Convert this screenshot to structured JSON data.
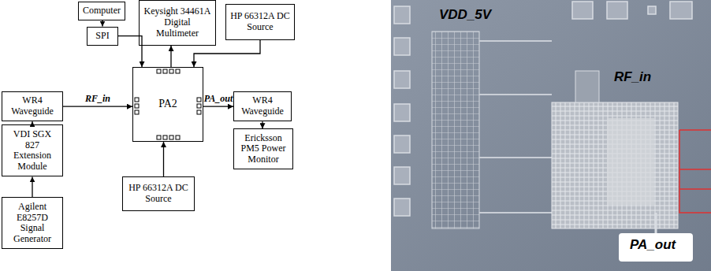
{
  "diagram": {
    "nodes": [
      {
        "text": [
          "Computer"
        ]
      },
      {
        "text": [
          "Keysight 34461A Digital Multimeter"
        ]
      },
      {
        "text": [
          "HP 66312A DC Source"
        ]
      },
      {
        "text": [
          "SPI"
        ]
      },
      {
        "text": [
          "WR4 Waveguide"
        ]
      },
      {
        "text": [
          "PA2"
        ]
      },
      {
        "text": [
          "WR4 Waveguide"
        ]
      },
      {
        "text": [
          "VDI SGX 827 Extension Module"
        ]
      },
      {
        "text": [
          "HP 66312A DC Source"
        ]
      },
      {
        "text": [
          "Ericksson PM5 Power Monitor"
        ]
      },
      {
        "text": [
          "Agilent E8257D Signal Generator"
        ]
      }
    ],
    "edges": [
      {
        "from": 0,
        "to": 3,
        "arrow": "to"
      },
      {
        "from": 3,
        "to": 5,
        "arrow": "to"
      },
      {
        "from": 5,
        "to": 1,
        "arrow": "to"
      },
      {
        "from": 2,
        "to": 5,
        "arrow": "to"
      },
      {
        "from": 4,
        "to": 5,
        "label": "RF_in",
        "arrow": "to"
      },
      {
        "from": 5,
        "to": 6,
        "label": "PA_out",
        "arrow": "to"
      },
      {
        "from": 6,
        "to": 9,
        "arrow": "to"
      },
      {
        "from": 7,
        "to": 4,
        "arrow": "to"
      },
      {
        "from": 10,
        "to": 7,
        "arrow": "to"
      },
      {
        "from": 8,
        "to": 5,
        "arrow": "to"
      }
    ],
    "labels": [
      "VDD_5V",
      "RF_in",
      "PA_out"
    ]
  }
}
